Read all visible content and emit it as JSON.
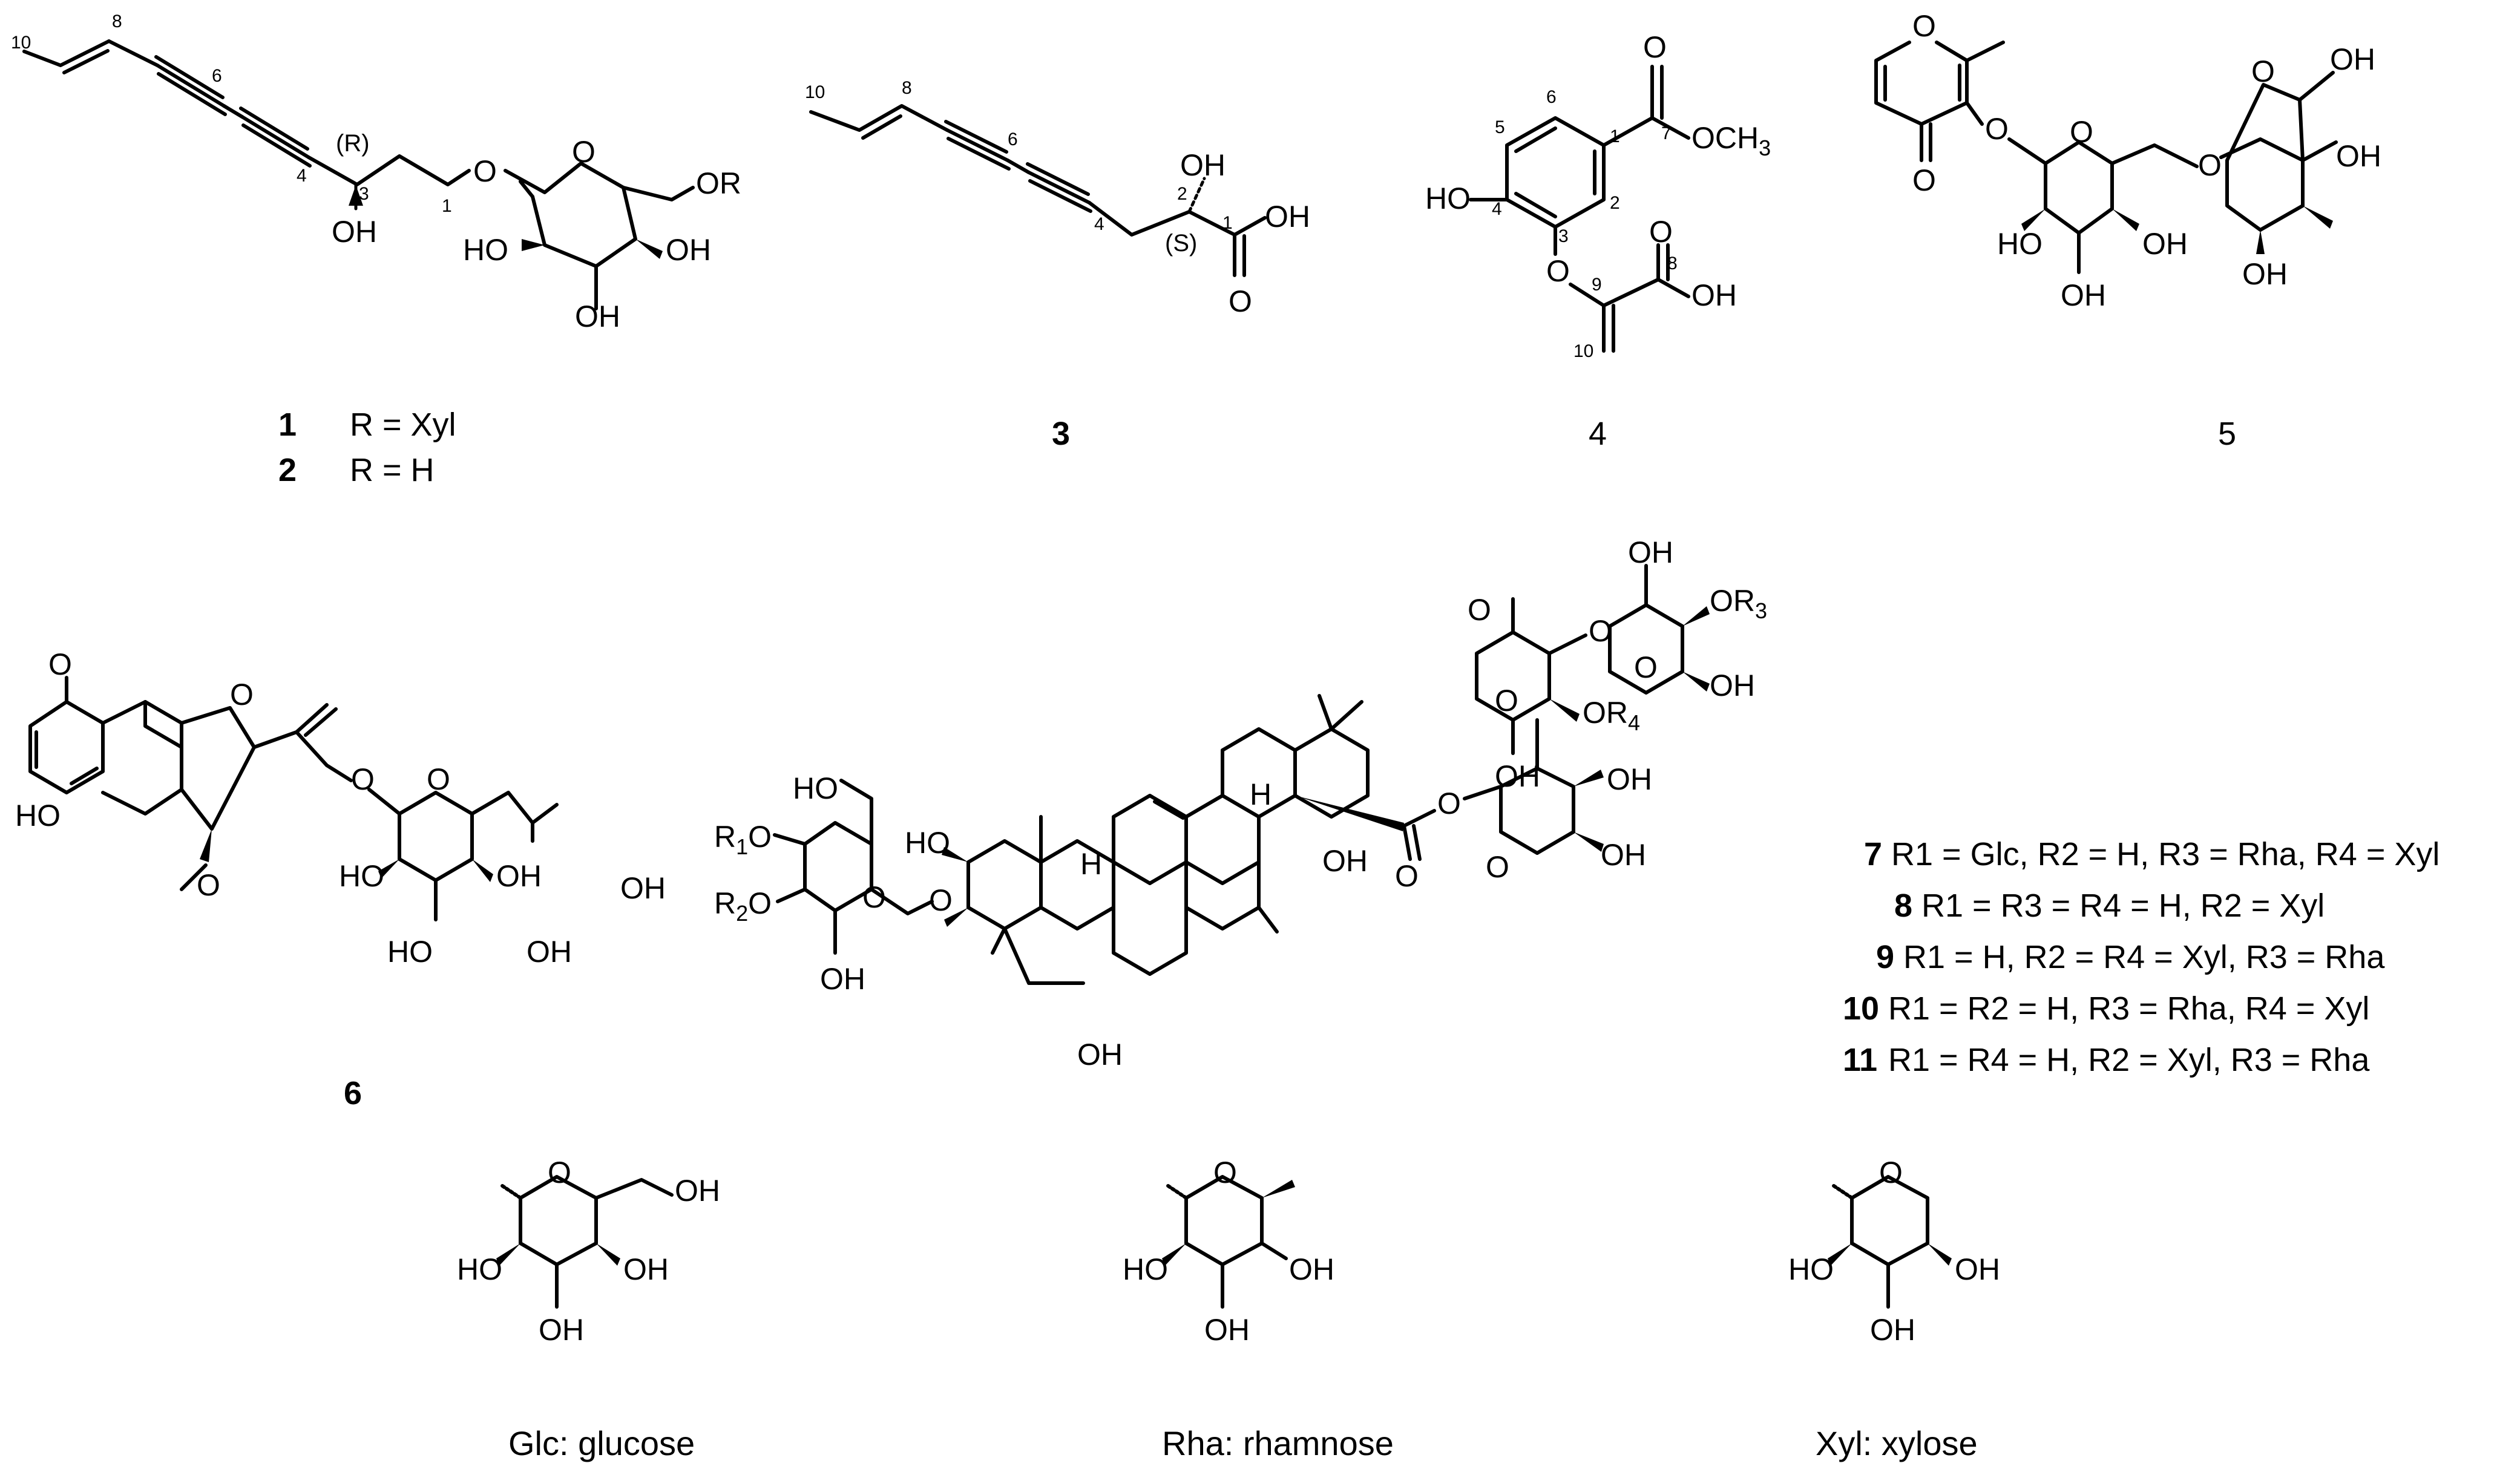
{
  "figure": {
    "compounds": [
      {
        "id": "1",
        "substituent": "R = Xyl"
      },
      {
        "id": "2",
        "substituent": "R = H"
      },
      {
        "id": "3"
      },
      {
        "id": "4"
      },
      {
        "id": "5"
      },
      {
        "id": "6"
      }
    ],
    "triterpenoid_series": [
      {
        "id": "7",
        "r_groups": "R1 = Glc, R2 = H, R3 = Rha, R4 = Xyl"
      },
      {
        "id": "8",
        "r_groups": "R1 = R3 = R4 = H, R2 = Xyl"
      },
      {
        "id": "9",
        "r_groups": "R1 = H, R2 = R4 = Xyl, R3 = Rha"
      },
      {
        "id": "10",
        "r_groups": "R1 = R2 = H, R3 = Rha, R4 = Xyl"
      },
      {
        "id": "11",
        "r_groups": "R1 = R4 = H, R2 = Xyl, R3 = Rha"
      }
    ],
    "sugar_legend": [
      {
        "abbr": "Glc",
        "name": "glucose",
        "label": "Glc: glucose"
      },
      {
        "abbr": "Rha",
        "name": "rhamnose",
        "label": "Rha: rhamnose"
      },
      {
        "abbr": "Xyl",
        "name": "xylose",
        "label": "Xyl: xylose"
      }
    ],
    "atom_labels": {
      "OH": "OH",
      "HO": "HO",
      "O": "O",
      "OR": "OR",
      "H": "H",
      "OCH3": "OCH",
      "three": "3",
      "R1O": "R",
      "R2O": "R",
      "OR3": "OR",
      "OR4": "OR",
      "R": "(R)",
      "S": "(S)"
    },
    "locants": {
      "n1": "1",
      "n2": "2",
      "n3": "3",
      "n4": "4",
      "n5": "5",
      "n6": "6",
      "n7": "7",
      "n8": "8",
      "n9": "9",
      "n10": "10"
    },
    "subscripts": {
      "one": "1",
      "two": "2",
      "three": "3",
      "four": "4"
    }
  }
}
